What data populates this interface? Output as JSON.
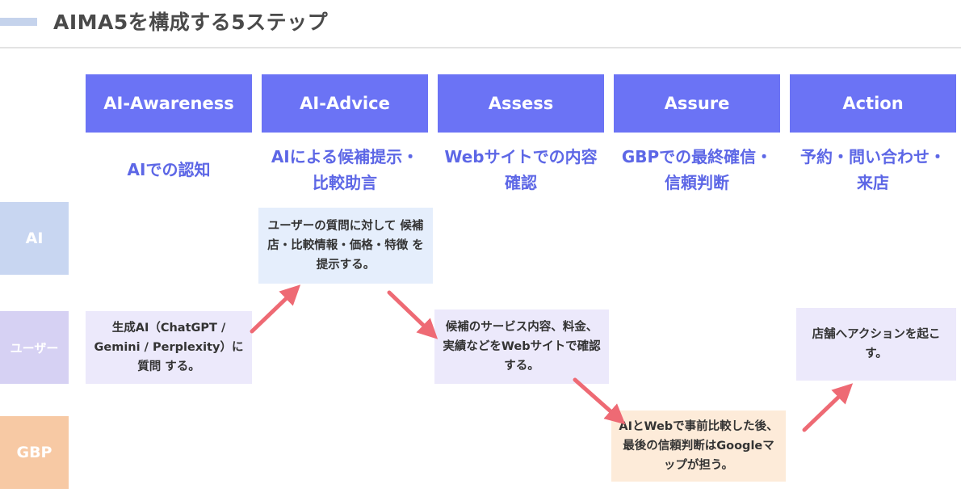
{
  "header": {
    "title": "AIMA5を構成する5ステップ"
  },
  "steps": [
    {
      "name": "AI-Awareness",
      "description": "AIでの認知"
    },
    {
      "name": "AI-Advice",
      "description": "AIによる候補提示・比較助言"
    },
    {
      "name": "Assess",
      "description": "Webサイトでの内容確認"
    },
    {
      "name": "Assure",
      "description": "GBPでの最終確信・信頼判断"
    },
    {
      "name": "Action",
      "description": "予約・問い合わせ・来店"
    }
  ],
  "rows": {
    "ai": "AI",
    "user": "ユーザー",
    "gbp": "GBP"
  },
  "notes": {
    "user_ask": "生成AI（ChatGPT / Gemini / Perplexity）に質問 する。",
    "ai_present": "ユーザーの質問に対して 候補店・比較情報・価格・特徴 を提示する。",
    "user_check_web": "候補のサービス内容、料金、実績などをWebサイトで確認 する。",
    "gbp_trust": "AIとWebで事前比較した後、最後の信頼判断はGoogleマップが担う。",
    "user_action": "店舗へアクションを起こす。"
  },
  "colors": {
    "header_bg": "#6b73f5",
    "desc_text": "#5d67e6",
    "row_ai": "#c8d6f1",
    "row_user": "#d6d1f3",
    "row_gbp": "#f7c9a4",
    "arrow": "#ee6a74"
  }
}
